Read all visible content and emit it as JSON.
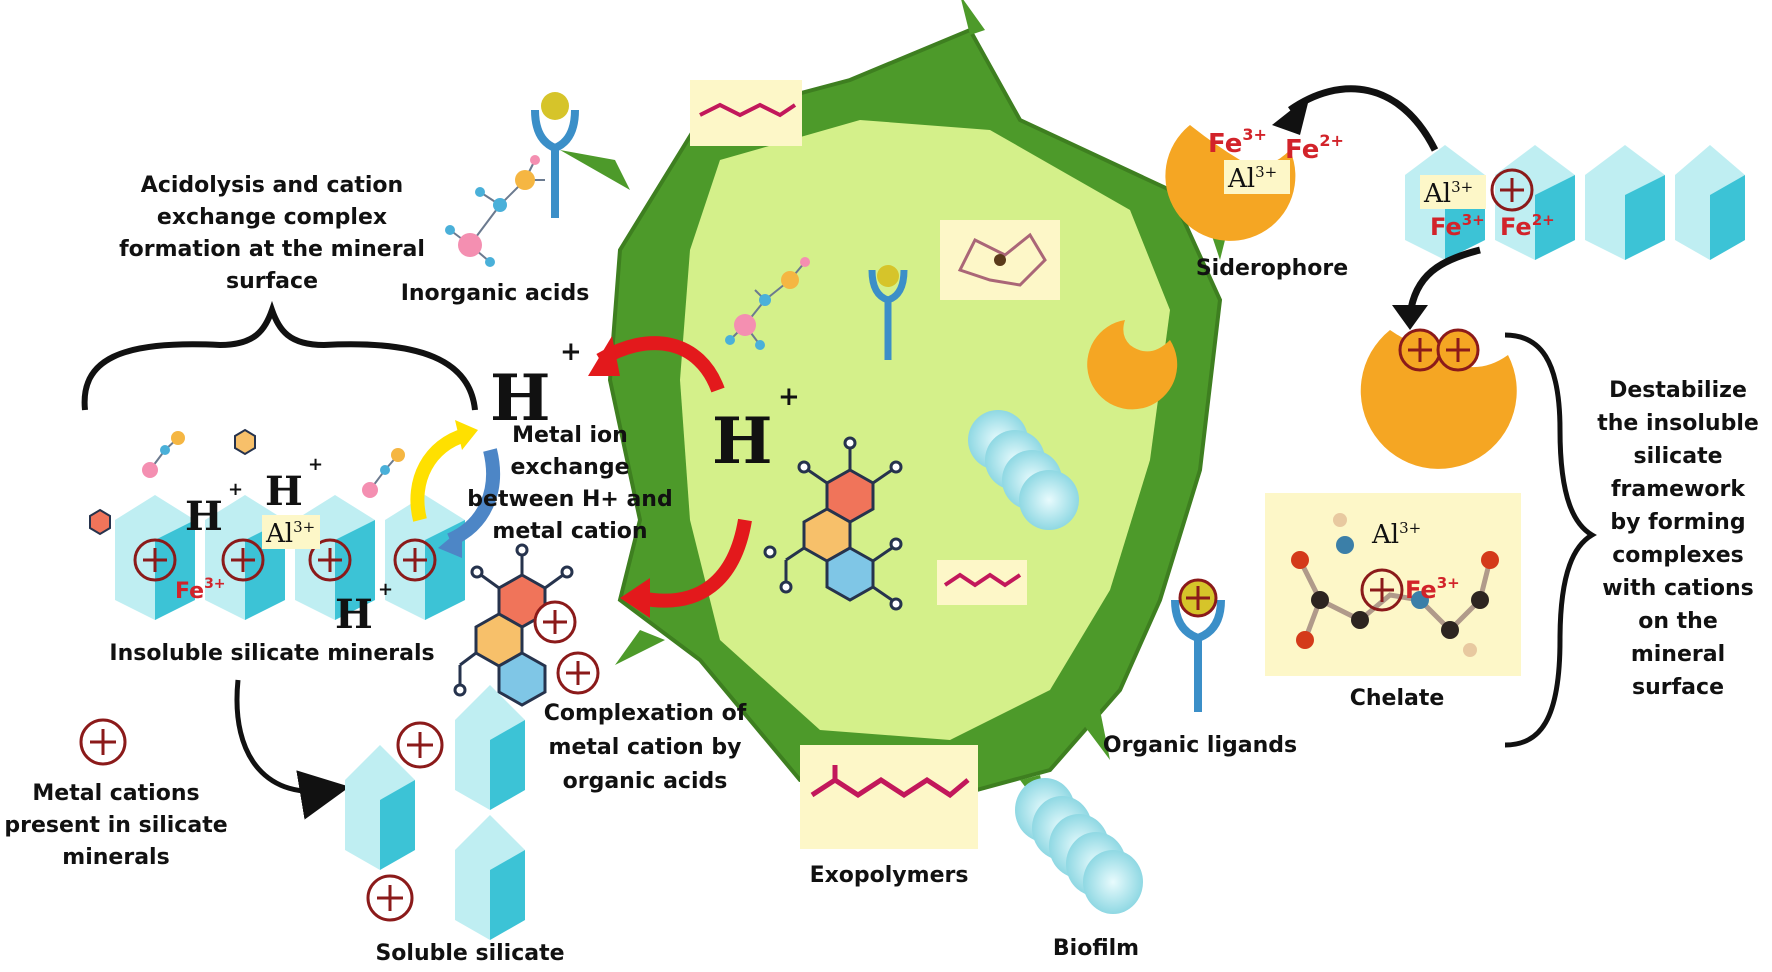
{
  "labels": {
    "acidolysis": [
      "Acidolysis and cation",
      "exchange complex",
      "formation at the mineral",
      "surface"
    ],
    "inorganic_acids": "Inorganic acids",
    "metal_ion_exchange": [
      "Metal ion",
      "exchange",
      "between H+ and",
      "metal cation"
    ],
    "insoluble_silicate": "Insoluble silicate minerals",
    "metal_cations": [
      "Metal cations",
      "present in silicate",
      "minerals"
    ],
    "soluble_silicate": "Soluble silicate",
    "complexation": [
      "Complexation of",
      "metal cation by",
      "organic acids"
    ],
    "exopolymers": "Exopolymers",
    "biofilm": "Biofilm",
    "organic_ligands": "Organic ligands",
    "chelate": "Chelate",
    "siderophore": "Siderophore",
    "destabilize": [
      "Destabilize",
      "the insoluble",
      "silicate",
      "framework",
      "by forming",
      "complexes",
      "with cations",
      "on the",
      "mineral",
      "surface"
    ]
  },
  "ions": {
    "h": "H",
    "plus": "+",
    "al": "Al",
    "al_charge": "3+",
    "fe": "Fe",
    "fe3_charge": "3+",
    "fe2_charge": "2+"
  },
  "colors": {
    "cell_outer": "#4d9a2a",
    "cell_inner": "#d4f08a",
    "crystal_light": "#bfeef2",
    "crystal_dark": "#3cc3d6",
    "cation_ring": "#8b1a1a",
    "siderophore": "#f5a623",
    "arrow_red": "#e3191c",
    "arrow_yellow": "#ffe000",
    "arrow_blue": "#4d86c6",
    "polymer_bg": "#fdf7c8",
    "polymer": "#c2185b"
  }
}
